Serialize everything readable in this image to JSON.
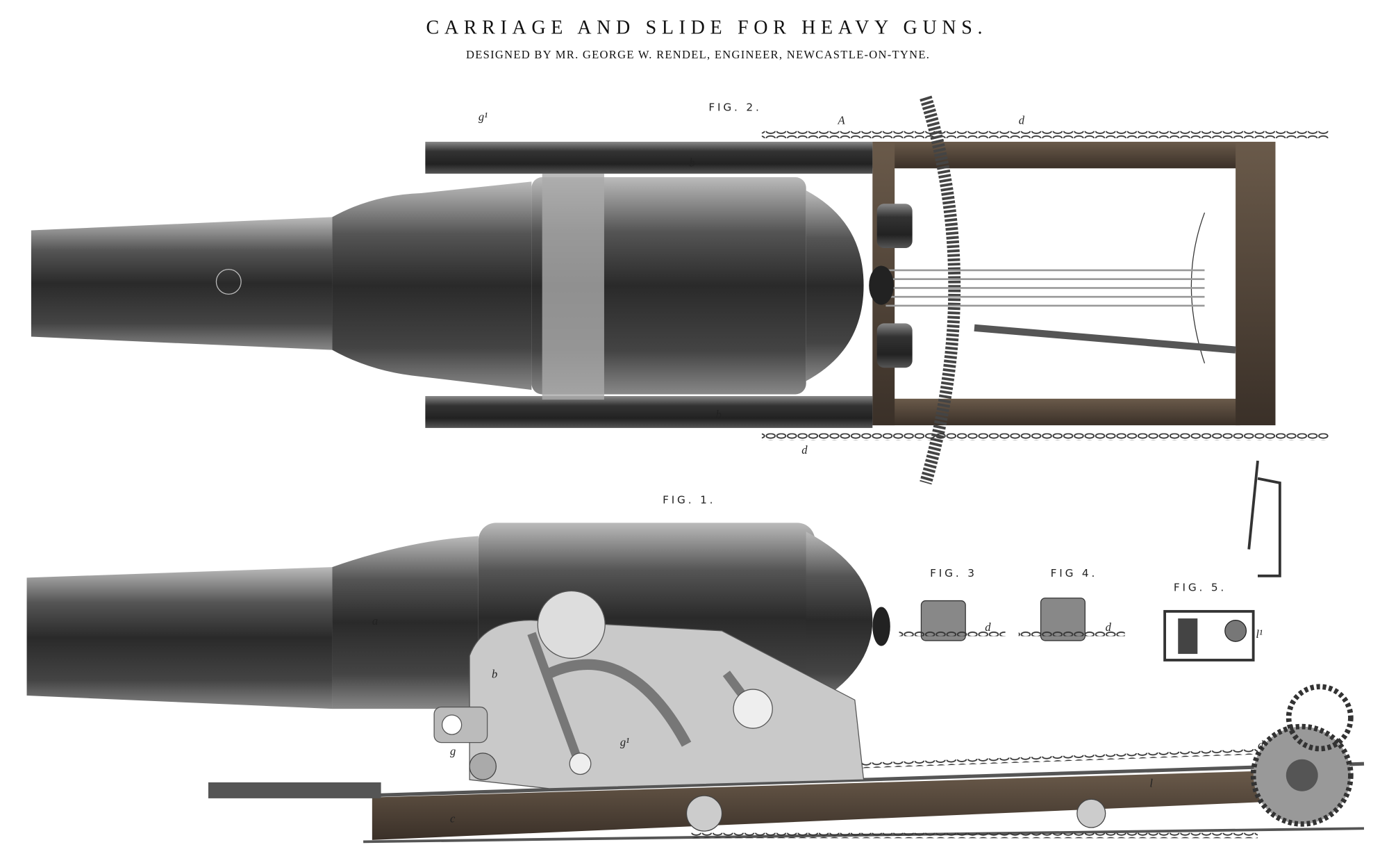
{
  "title": "CARRIAGE AND SLIDE FOR HEAVY GUNS.",
  "subtitle": "DESIGNED BY MR. GEORGE W. RENDEL, ENGINEER, NEWCASTLE-ON-TYNE.",
  "figures": {
    "fig1": "FIG. 1.",
    "fig2": "FIG. 2.",
    "fig3": "FIG. 3",
    "fig4": "FIG 4.",
    "fig5": "FIG. 5."
  },
  "labels": {
    "a": "a",
    "b": "b",
    "c": "c",
    "d": "d",
    "g": "g",
    "g1": "g¹",
    "l": "l",
    "l1": "l¹",
    "A": "A"
  }
}
